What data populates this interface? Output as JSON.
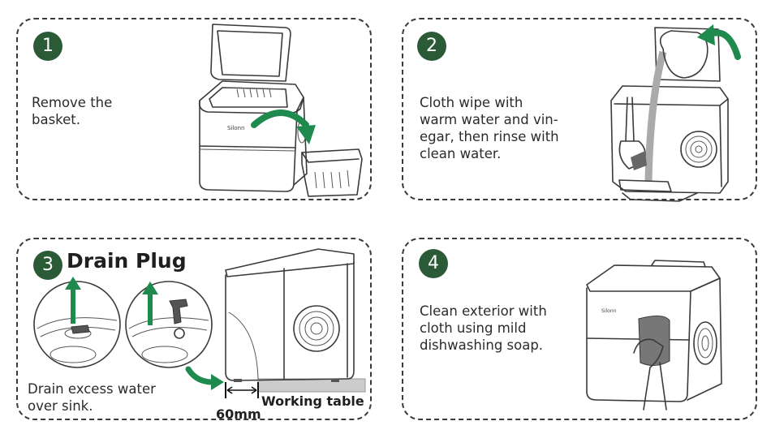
{
  "steps": [
    {
      "number": "1",
      "text": "Remove the\nbasket."
    },
    {
      "number": "2",
      "text": "Cloth wipe with\nwarm water and vin-\negar, then rinse with\nclean water."
    },
    {
      "number": "3",
      "title": "Drain Plug",
      "text": "Drain excess water\nover sink.",
      "table_label": "Working table",
      "distance_label": "60mm"
    },
    {
      "number": "4",
      "text": "Clean exterior with\ncloth using mild\ndishwashing soap."
    }
  ],
  "brand": "Silonn",
  "colors": {
    "accent": "#2b5a36",
    "arrow": "#1e8a4d"
  },
  "icons": [
    "rotate-arrow-icon",
    "up-arrow-icon",
    "curved-arrow-icon"
  ]
}
